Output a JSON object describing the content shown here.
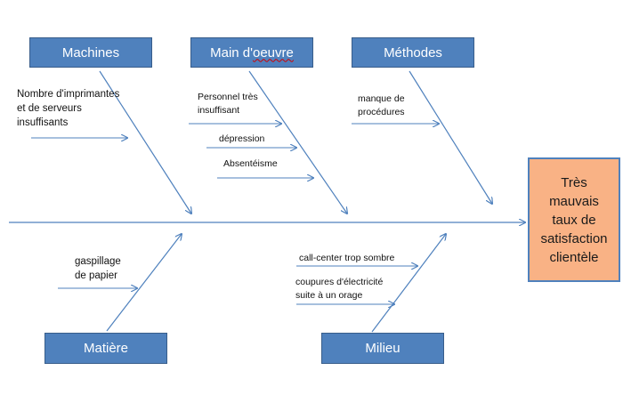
{
  "colors": {
    "category_fill": "#4f81bd",
    "category_border": "#385d8a",
    "line": "#4f81bd",
    "effect_fill": "#f9b285",
    "effect_border": "#4f81bd"
  },
  "effect": {
    "label": "Très\nmauvais\ntaux de\nsatisfaction\nclientèle"
  },
  "categories": {
    "machines": {
      "label": "Machines"
    },
    "main_oeuvre": {
      "label_prefix": "Main d'",
      "label_underlined": "oeuvre"
    },
    "methodes": {
      "label": "Méthodes"
    },
    "matiere": {
      "label": "Matière"
    },
    "milieu": {
      "label": "Milieu"
    }
  },
  "causes": {
    "machines": [
      "Nombre d'imprimantes\net de serveurs\ninsuffisants"
    ],
    "main_oeuvre": [
      "Personnel très\ninsuffisant",
      "dépression",
      "Absentéisme"
    ],
    "methodes": [
      "manque de\nprocédures"
    ],
    "matiere": [
      "gaspillage\nde papier"
    ],
    "milieu": [
      "call-center trop sombre",
      "coupures d'électricité\nsuite à un orage"
    ]
  }
}
